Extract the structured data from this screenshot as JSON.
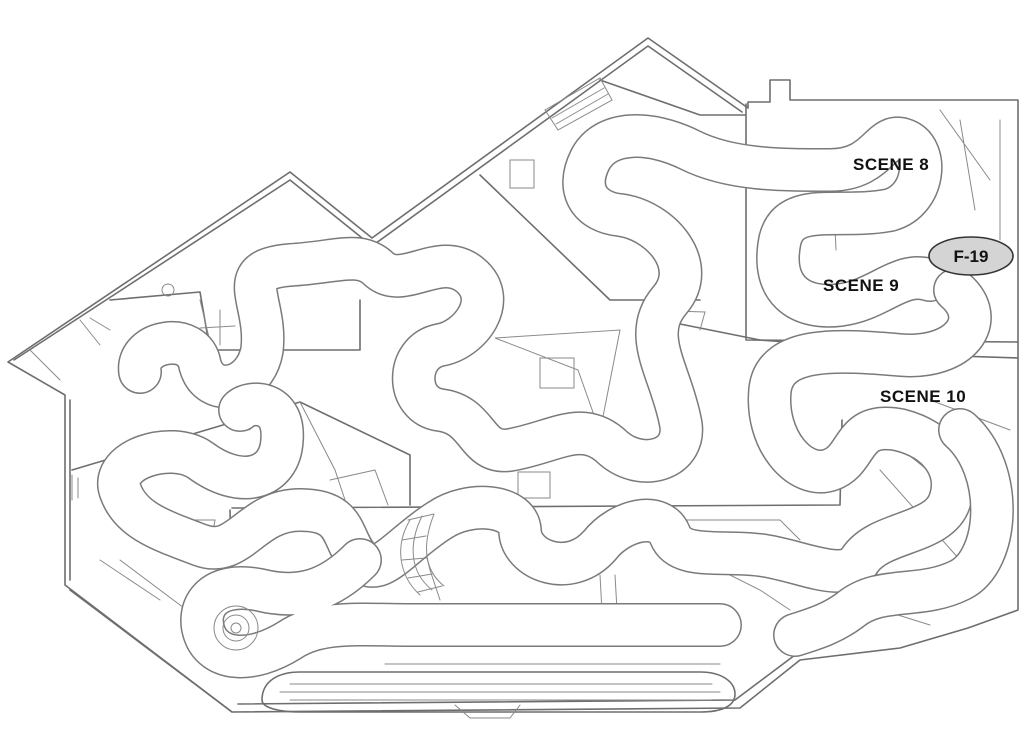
{
  "labels": {
    "scene_8": "SCENE 8",
    "scene_9": "SCENE 9",
    "scene_10": "SCENE 10"
  },
  "marker": {
    "text": "F-19",
    "fill": "#d4d4d4",
    "stroke": "#333333"
  },
  "colors": {
    "background": "#ffffff",
    "linework": "#6e6e6e",
    "label_text": "#111111"
  }
}
